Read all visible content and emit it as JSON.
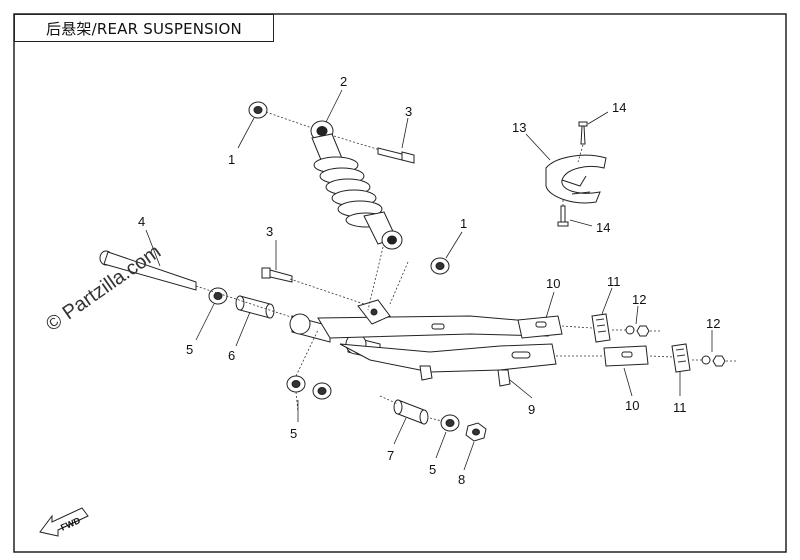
{
  "title": "后悬架/REAR SUSPENSION",
  "watermark": "© Partzilla.com",
  "fwd_label": "FWD",
  "callouts": {
    "c1a": "1",
    "c1b": "1",
    "c2": "2",
    "c3a": "3",
    "c3b": "3",
    "c4": "4",
    "c5a": "5",
    "c5b": "5",
    "c5c": "5",
    "c6": "6",
    "c7": "7",
    "c8": "8",
    "c9": "9",
    "c10a": "10",
    "c10b": "10",
    "c11a": "11",
    "c11b": "11",
    "c12a": "12",
    "c12b": "12",
    "c13": "13",
    "c14a": "14",
    "c14b": "14"
  }
}
